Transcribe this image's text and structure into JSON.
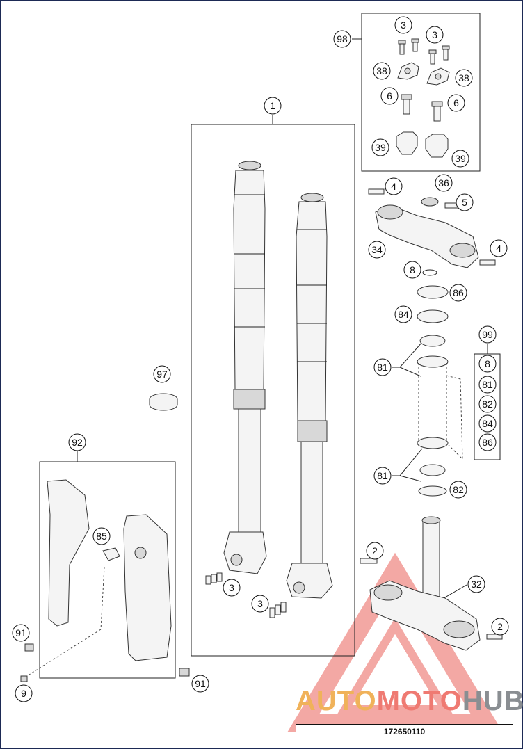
{
  "watermark": {
    "part1": "AUTO",
    "part2": "MOTO",
    "part3": "HUB",
    "colors": {
      "auto": "#f0b25a",
      "moto": "#ef7a72",
      "hub": "#8a8e92",
      "triangle": "#f08b86"
    }
  },
  "diagram_id": "172650110",
  "callouts": [
    {
      "id": "c1",
      "label": "1"
    },
    {
      "id": "c98",
      "label": "98"
    },
    {
      "id": "c3a",
      "label": "3"
    },
    {
      "id": "c3b",
      "label": "3"
    },
    {
      "id": "c38a",
      "label": "38"
    },
    {
      "id": "c38b",
      "label": "38"
    },
    {
      "id": "c6a",
      "label": "6"
    },
    {
      "id": "c6b",
      "label": "6"
    },
    {
      "id": "c39a",
      "label": "39"
    },
    {
      "id": "c39b",
      "label": "39"
    },
    {
      "id": "c4a",
      "label": "4"
    },
    {
      "id": "c36",
      "label": "36"
    },
    {
      "id": "c5",
      "label": "5"
    },
    {
      "id": "c34",
      "label": "34"
    },
    {
      "id": "c4b",
      "label": "4"
    },
    {
      "id": "c8",
      "label": "8"
    },
    {
      "id": "c86",
      "label": "86"
    },
    {
      "id": "c84",
      "label": "84"
    },
    {
      "id": "c99",
      "label": "99"
    },
    {
      "id": "c81a",
      "label": "81"
    },
    {
      "id": "c81b",
      "label": "81"
    },
    {
      "id": "c82",
      "label": "82"
    },
    {
      "id": "c97",
      "label": "97"
    },
    {
      "id": "c92",
      "label": "92"
    },
    {
      "id": "c85",
      "label": "85"
    },
    {
      "id": "c91a",
      "label": "91"
    },
    {
      "id": "c91b",
      "label": "91"
    },
    {
      "id": "c9",
      "label": "9"
    },
    {
      "id": "c3c",
      "label": "3"
    },
    {
      "id": "c3d",
      "label": "3"
    },
    {
      "id": "c2a",
      "label": "2"
    },
    {
      "id": "c2b",
      "label": "2"
    },
    {
      "id": "c32",
      "label": "32"
    }
  ],
  "kit99": [
    "8",
    "81",
    "82",
    "84",
    "86"
  ]
}
